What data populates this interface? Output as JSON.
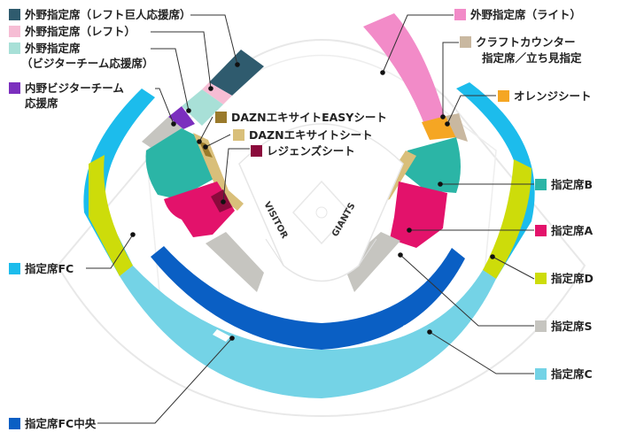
{
  "legend": {
    "left_field_giants": {
      "label": "外野指定席（レフト巨人応援席）",
      "color": "#2f5b6e"
    },
    "left_field": {
      "label": "外野指定席（レフト）",
      "color": "#f6bdd4"
    },
    "left_field_visitor_line1": {
      "label": "外野指定席",
      "color": "#a8e0d7"
    },
    "left_field_visitor_line2": "（ビジターチーム応援席）",
    "infield_visitor_line1": {
      "label": "内野ビジターチーム",
      "color": "#7b2fbe"
    },
    "infield_visitor_line2": "応援席",
    "dazn_easy": {
      "label": "DAZNエキサイトEASYシート",
      "color": "#9a7a2b"
    },
    "dazn": {
      "label": "DAZNエキサイトシート",
      "color": "#d9bf7a"
    },
    "legends": {
      "label": "レジェンズシート",
      "color": "#8b0a3c"
    },
    "right_field": {
      "label": "外野指定席（ライト）",
      "color": "#f28bc8"
    },
    "craft_line1": {
      "label": "クラフトカウンター",
      "color": "#c9b8a0"
    },
    "craft_line2": "指定席／立ち見指定",
    "orange": {
      "label": "オレンジシート",
      "color": "#f5a623"
    },
    "reserved_b": {
      "label": "指定席B",
      "color": "#2bb5a6"
    },
    "reserved_a": {
      "label": "指定席A",
      "color": "#e3126b"
    },
    "reserved_d": {
      "label": "指定席D",
      "color": "#cddc0a"
    },
    "reserved_s": {
      "label": "指定席S",
      "color": "#c6c5c0"
    },
    "reserved_c": {
      "label": "指定席C",
      "color": "#74d3e6"
    },
    "reserved_fc": {
      "label": "指定席FC",
      "color": "#1cbcec"
    },
    "reserved_fc_center": {
      "label": "指定席FC中央",
      "color": "#0a5fc4"
    }
  },
  "field": {
    "visitor_label": "VISITOR",
    "home_label": "GIANTS"
  }
}
